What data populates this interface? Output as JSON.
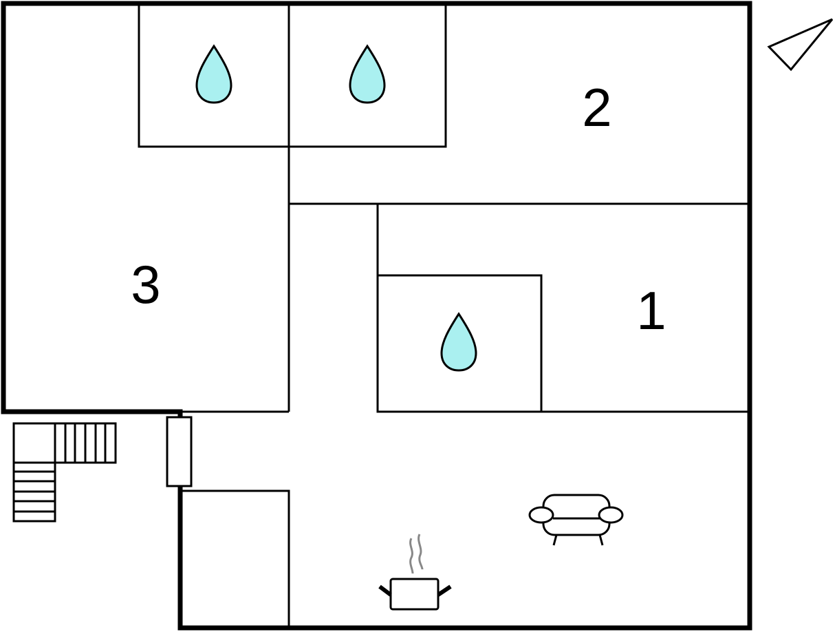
{
  "floorplan": {
    "rooms": [
      {
        "id": "room-2",
        "label": "2"
      },
      {
        "id": "room-3",
        "label": "3"
      },
      {
        "id": "room-1",
        "label": "1"
      }
    ],
    "icons": [
      "north-arrow-icon",
      "water-drop-icon",
      "stairs-icon",
      "door-icon",
      "sofa-icon",
      "cooking-pot-icon"
    ],
    "colors": {
      "wall": "#000000",
      "water": "#aaf0f0",
      "steam": "#888888",
      "background": "#ffffff"
    }
  }
}
